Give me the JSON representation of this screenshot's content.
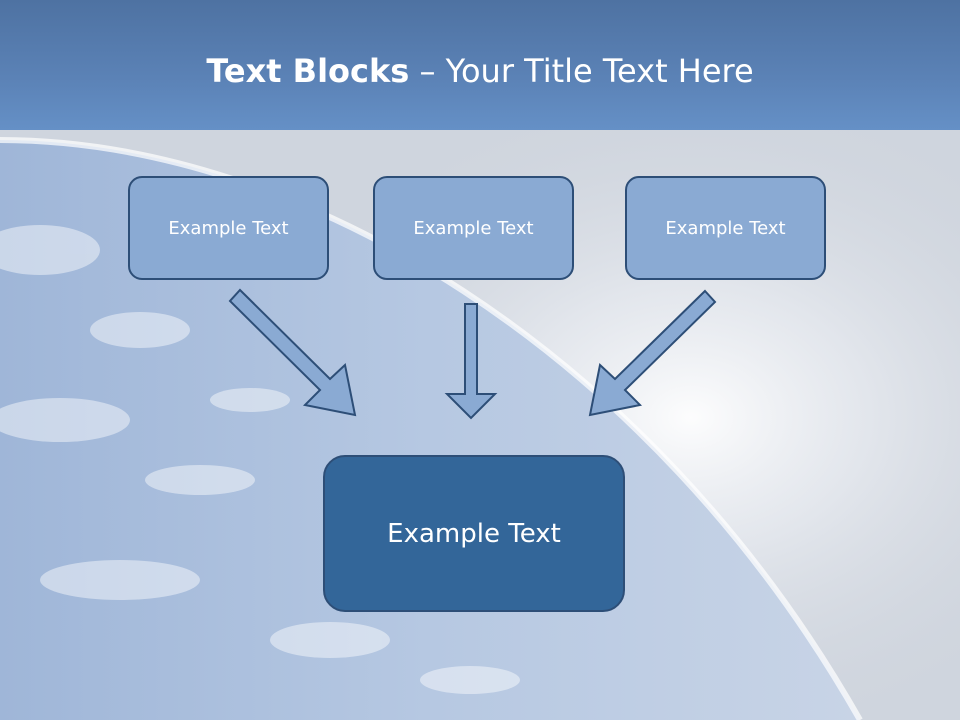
{
  "title": {
    "bold": "Text Blocks",
    "separator": " – ",
    "rest": "Your Title Text Here"
  },
  "blocks": {
    "top": [
      "Example Text",
      "Example Text",
      "Example Text"
    ],
    "bottom": "Example Text"
  },
  "colors": {
    "header": "#5b82b6",
    "small_box": "#8aaad3",
    "big_box": "#336699",
    "border": "#2d4e77",
    "arrow_fill": "#8aaad3"
  }
}
